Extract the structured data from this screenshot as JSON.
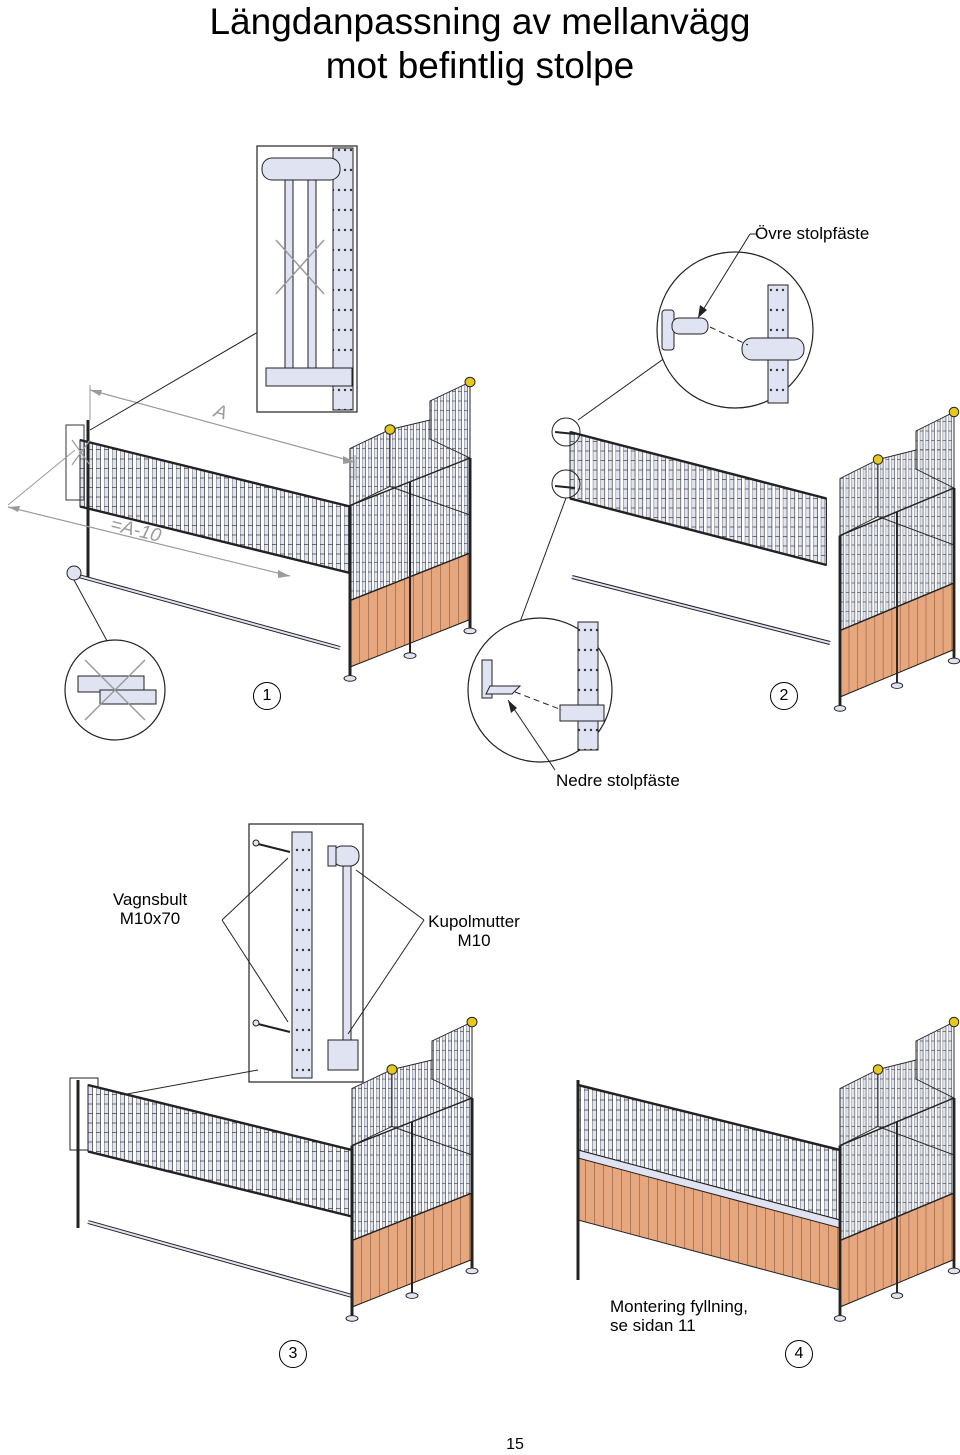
{
  "title": {
    "line1": "Längdanpassning av mellanvägg",
    "line2": "mot befintlig stolpe"
  },
  "labels": {
    "ovre": "Övre stolpfäste",
    "nedre": "Nedre stolpfäste",
    "vagnsbult_1": "Vagnsbult",
    "vagnsbult_2": "M10x70",
    "kupol_1": "Kupolmutter",
    "kupol_2": "M10",
    "montering_1": "Montering fyllning,",
    "montering_2": "se sidan 11"
  },
  "dimensions": {
    "a": "A",
    "a_minus": "=A-10"
  },
  "steps": [
    "1",
    "2",
    "3",
    "4"
  ],
  "page_number": "15",
  "colors": {
    "metal": "#dfe3f2",
    "wood": "#e7a77e",
    "line": "#222222",
    "yellow": "#e6c81e"
  }
}
